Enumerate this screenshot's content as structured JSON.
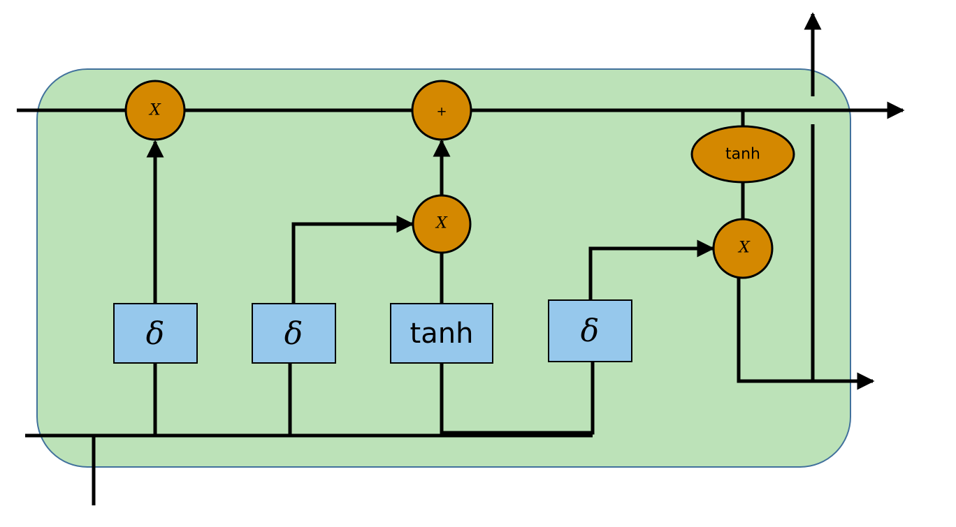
{
  "colors": {
    "cell_fill": "#bce2b8",
    "cell_border": "#41719c",
    "gate_fill": "#96c8ec",
    "gate_border": "#000000",
    "op_fill": "#d48800",
    "op_border": "#000000",
    "line": "#000000"
  },
  "gates": {
    "forget_label": "δ",
    "input_label": "δ",
    "candidate_label": "tanh",
    "output_label": "δ"
  },
  "ops": {
    "forget_multiply": "X",
    "cell_add": "+",
    "input_multiply": "X",
    "output_tanh": "tanh",
    "output_multiply": "X"
  }
}
